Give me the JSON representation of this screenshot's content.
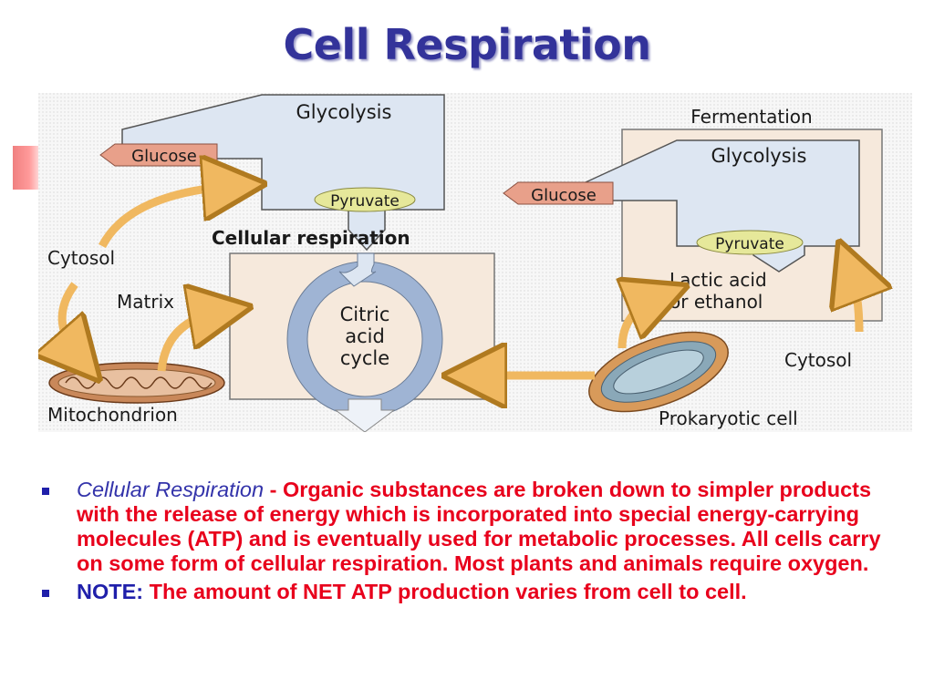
{
  "slide": {
    "title": "Cell Respiration"
  },
  "diagram": {
    "left": {
      "glycolysis": "Glycolysis",
      "glucose": "Glucose",
      "pyruvate": "Pyruvate",
      "cellular_respiration": "Cellular respiration",
      "cytosol": "Cytosol",
      "matrix": "Matrix",
      "citric_cycle_line1": "Citric",
      "citric_cycle_line2": "acid",
      "citric_cycle_line3": "cycle",
      "mitochondrion": "Mitochondrion"
    },
    "right": {
      "fermentation": "Fermentation",
      "glycolysis": "Glycolysis",
      "glucose": "Glucose",
      "pyruvate": "Pyruvate",
      "product_line1": "Lactic acid",
      "product_line2": "or ethanol",
      "cytosol": "Cytosol",
      "prokaryotic_cell": "Prokaryotic cell"
    }
  },
  "bullets": [
    {
      "term": "Cellular Respiration",
      "separator": " - ",
      "text": " Organic substances are broken down to simpler products with the release of energy which is incorporated into special energy-carrying molecules (ATP) and is eventually used for metabolic processes.  All cells carry on some form of cellular respiration.  Most plants and animals require oxygen."
    },
    {
      "label": "NOTE:",
      "text": "  The amount of NET ATP production varies from cell to cell."
    }
  ],
  "colors": {
    "title": "#33339a",
    "body_text": "#e8001c",
    "term": "#3333aa",
    "bullet": "#1f1faa",
    "glucose_tag": "#e8a08a",
    "pyruvate_oval": "#e6e89a",
    "box_fill": "#f6e9dc",
    "flow_arrow": "#dde6f2",
    "orange_arrow": "#f0b860"
  }
}
